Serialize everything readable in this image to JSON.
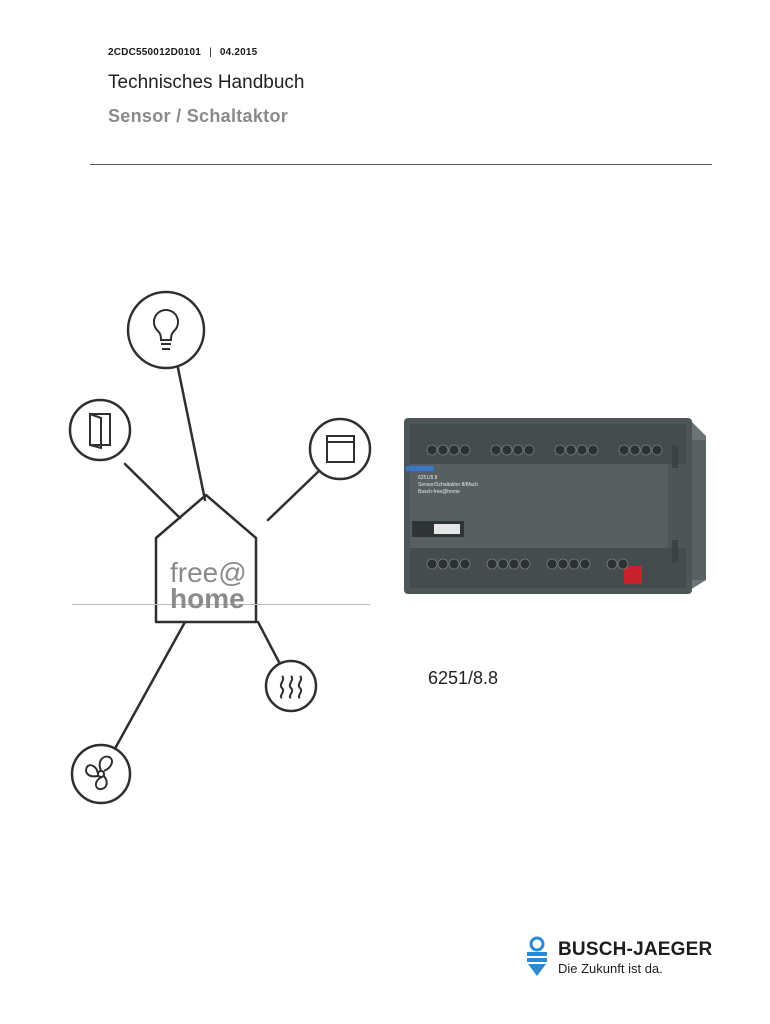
{
  "header": {
    "doc_number": "2CDC550012D0101",
    "separator": "|",
    "date": "04.2015",
    "title": "Technisches Handbuch",
    "subtitle": "Sensor / Schaltaktor"
  },
  "diagram": {
    "house_line1": "free@",
    "house_line2": "home",
    "icons": [
      "lightbulb-icon",
      "door-icon",
      "blind-icon",
      "heating-icon",
      "fan-icon"
    ]
  },
  "product": {
    "code": "6251/8.8",
    "device_label_lines": [
      "6251/8.8",
      "Sensor/Schaltaktor 8/8fach",
      "Busch-free@home"
    ]
  },
  "brand": {
    "name": "BUSCH-JAEGER",
    "slogan": "Die Zukunft ist da."
  },
  "colors": {
    "line": "#2f2f2f",
    "house_text": "#8b8b8b",
    "subtitle": "#8a8a8a",
    "device_body": "#4c5558",
    "device_label": "#3a78c4",
    "logo_blue": "#2a8ad4",
    "terminal_red": "#c8232c"
  }
}
